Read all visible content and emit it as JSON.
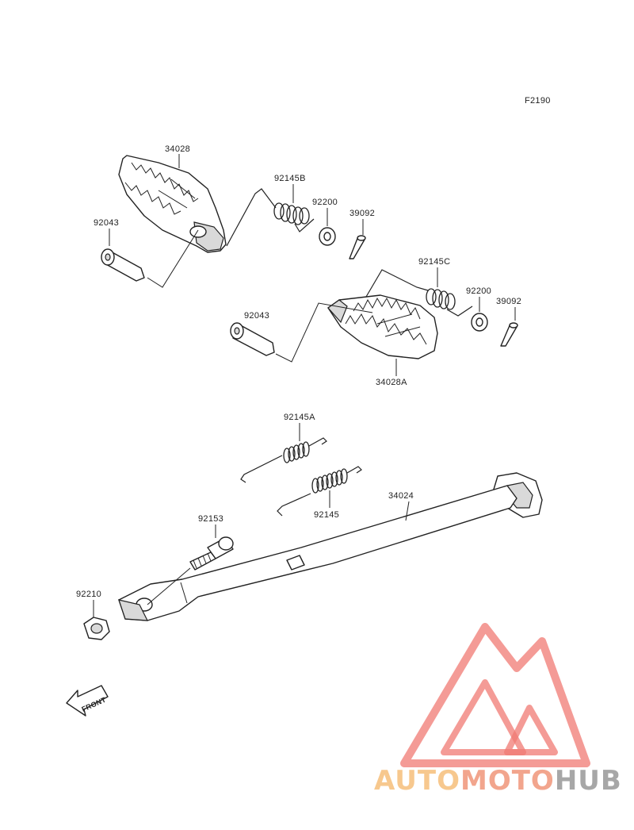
{
  "figure_code": "F2190",
  "parts": {
    "footpeg_left": "34028",
    "pin_left": "92043",
    "spring_left": "92145B",
    "washer_left": "92200",
    "cotter_left": "39092",
    "spring_right": "92145C",
    "washer_right": "92200",
    "cotter_right": "39092",
    "pin_right": "92043",
    "footpeg_right": "34028A",
    "stand_spring_a": "92145A",
    "stand_spring": "92145",
    "side_stand": "34024",
    "bolt": "92153",
    "nut": "92210"
  },
  "front_arrow": "FRONT",
  "watermark": {
    "part1": "AUTO",
    "part2": "MOTO",
    "part3": "HUB",
    "colors": {
      "auto": "#f7c88e",
      "moto": "#f2a58d",
      "hub": "#a7a7a7",
      "triangle": "#f07a73"
    }
  }
}
